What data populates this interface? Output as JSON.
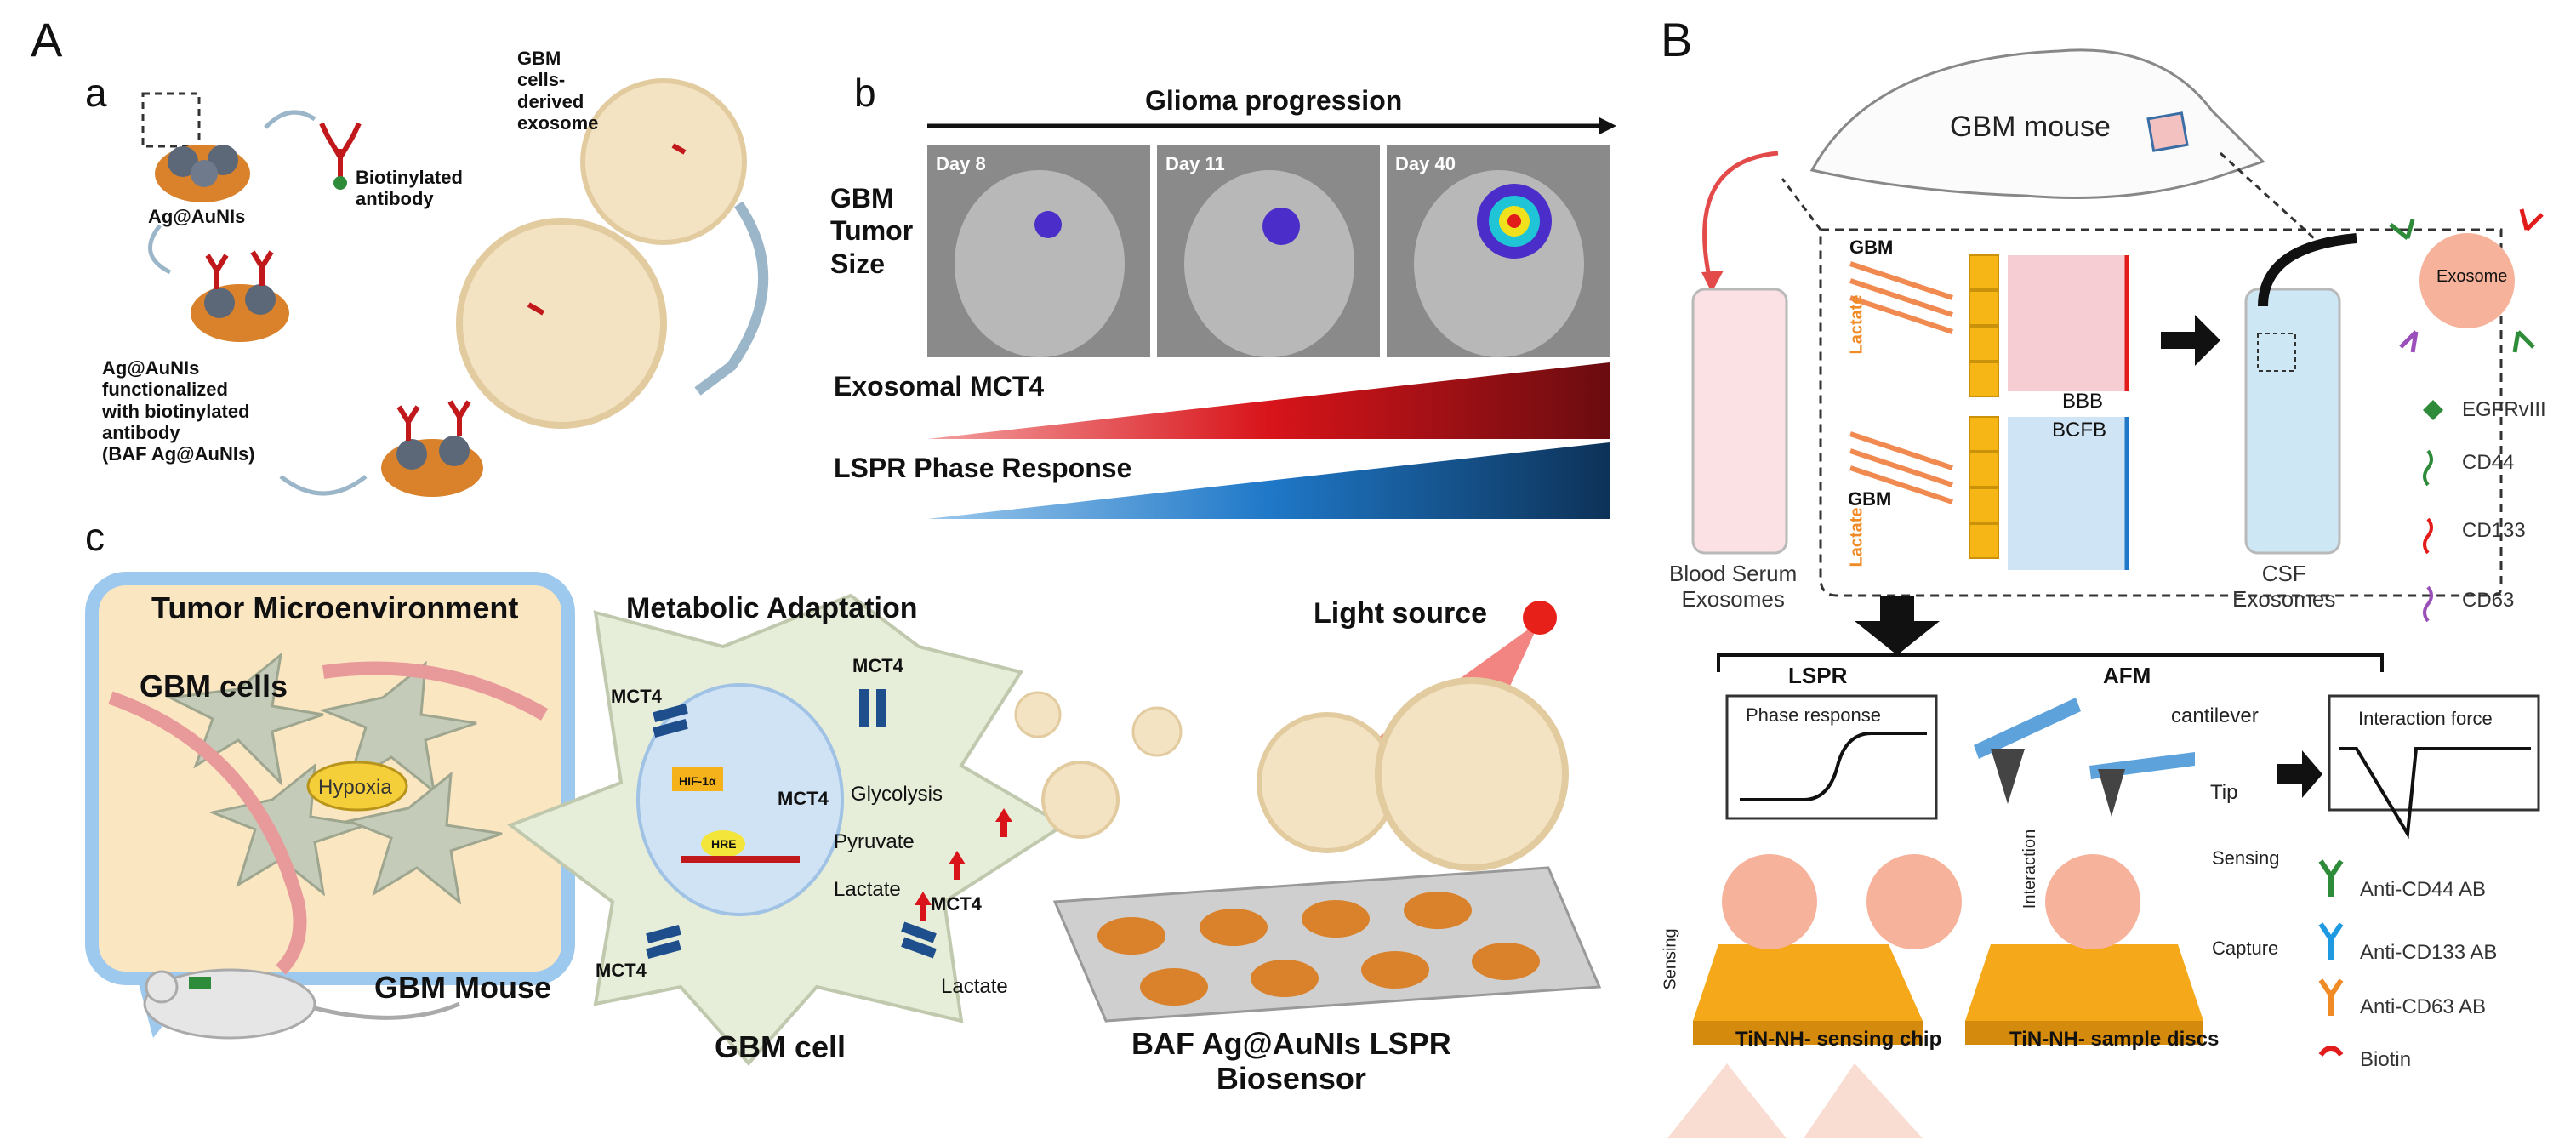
{
  "panels": {
    "A": "A",
    "B": "B",
    "a": "a",
    "b": "b",
    "c": "c"
  },
  "panel_a": {
    "ag_aunis": "Ag@AuNIs",
    "biotinylated_antibody": [
      "Biotinylated",
      "antibody"
    ],
    "gbm_exosome": [
      "GBM",
      "cells-",
      "derived",
      "exosome"
    ],
    "functionalized": [
      "Ag@AuNIs",
      "functionalized",
      "with biotinylated",
      "antibody",
      "(BAF Ag@AuNIs)"
    ]
  },
  "panel_b": {
    "progression": "Glioma progression",
    "tumor_size": [
      "GBM",
      "Tumor",
      "Size"
    ],
    "days": [
      "Day 8",
      "Day 11",
      "Day 40"
    ],
    "exosomal_mct4": "Exosomal MCT4",
    "lspr_phase": "LSPR Phase Response"
  },
  "panel_c": {
    "tumor_micro": "Tumor Microenvironment",
    "gbm_cells": "GBM cells",
    "hypoxia": "Hypoxia",
    "gbm_mouse": "GBM Mouse",
    "metabolic": "Metabolic Adaptation",
    "mct4": "MCT4",
    "hif": "HIF-1α",
    "hre": "HRE",
    "glycolysis": "Glycolysis",
    "pyruvate": "Pyruvate",
    "lactate": "Lactate",
    "gbm_cell": "GBM cell",
    "light_source": "Light source",
    "biosensor": [
      "BAF Ag@AuNIs LSPR",
      "Biosensor"
    ]
  },
  "panel_B": {
    "gbm_mouse": "GBM mouse",
    "gbm": "GBM",
    "lactate": "Lactate",
    "bbb": "BBB",
    "bcfb": "BCFB",
    "blood_serum": [
      "Blood Serum",
      "Exosomes"
    ],
    "csf": [
      "CSF",
      "Exosomes"
    ],
    "exosome": "Exosome",
    "legend": [
      "EGFRvIII",
      "CD44",
      "CD133",
      "CD63"
    ],
    "lspr": "LSPR",
    "afm": "AFM",
    "phase_response": "Phase response",
    "interaction_force": "Interaction force",
    "cantilever": "cantilever",
    "tip": "Tip",
    "sensing": "Sensing",
    "capture": "Capture",
    "interaction": "Interaction",
    "sensing_side": "Sensing",
    "antibodies": [
      "Anti-CD44 AB",
      "Anti-CD133 AB",
      "Anti-CD63 AB",
      "Biotin"
    ],
    "chip": "TiN-NH- sensing chip",
    "discs": "TiN-NH- sample discs"
  },
  "colors": {
    "gold": "#d9822b",
    "red": "#c0181b",
    "blue": "#1f78c8",
    "green": "#2e8b3a",
    "purple": "#9b4fb8",
    "orange_ab": "#f08a24",
    "exosome": "#f3e3c3"
  }
}
